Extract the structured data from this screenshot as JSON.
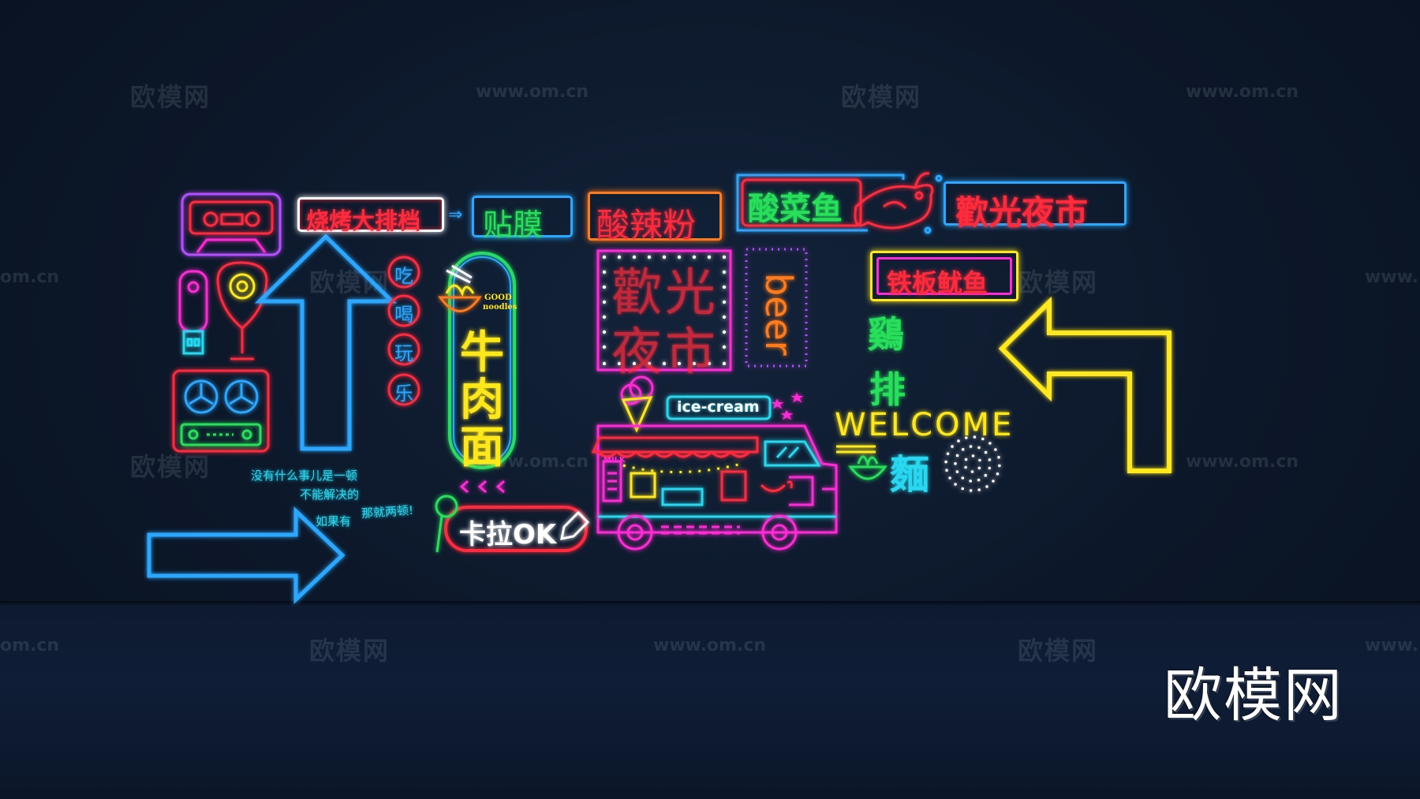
{
  "watermarks": {
    "brand": "欧模网",
    "url": "www.om.cn",
    "partial_url_left": "om.cn",
    "partial_url_right": "www."
  },
  "logo": "欧模网",
  "signs": {
    "bbq": "烧烤大排档",
    "arrow_small": "⇒",
    "tiemo": "贴膜",
    "suanlafen": "酸辣粉",
    "suancaiyu": "酸菜鱼",
    "huanguang_red": "歡光夜市",
    "huanguang_dots_1": "歡光",
    "huanguang_dots_2": "夜市",
    "beer": "beer",
    "tieban": "铁板鱿鱼",
    "jipai_1": "鷄",
    "jipai_2": "排",
    "welcome": "WELCOME",
    "mian": "麵",
    "chi": "吃",
    "he": "喝",
    "wan": "玩",
    "le": "乐",
    "good_noodles_1": "GOOD",
    "good_noodles_2": "noodles",
    "niuroumian_1": "牛",
    "niuroumian_2": "肉",
    "niuroumian_3": "面",
    "karaoke": "卡拉OK",
    "icecream": "ice-cream",
    "milk": "MILK",
    "slogan_1": "没有什么事儿是一顿",
    "slogan_2": "不能解决的",
    "slogan_3": "如果有",
    "slogan_4": "那就两顿!"
  },
  "colors": {
    "background": "#0c1729",
    "neon_red": "#ff2a3c",
    "neon_blue": "#2aa8ff",
    "neon_yellow": "#ffe81a",
    "neon_green": "#27e05a",
    "neon_pink": "#ff2ad6",
    "neon_purple": "#b64dff",
    "neon_cyan": "#28d8f0",
    "neon_orange": "#ff7a1a"
  }
}
